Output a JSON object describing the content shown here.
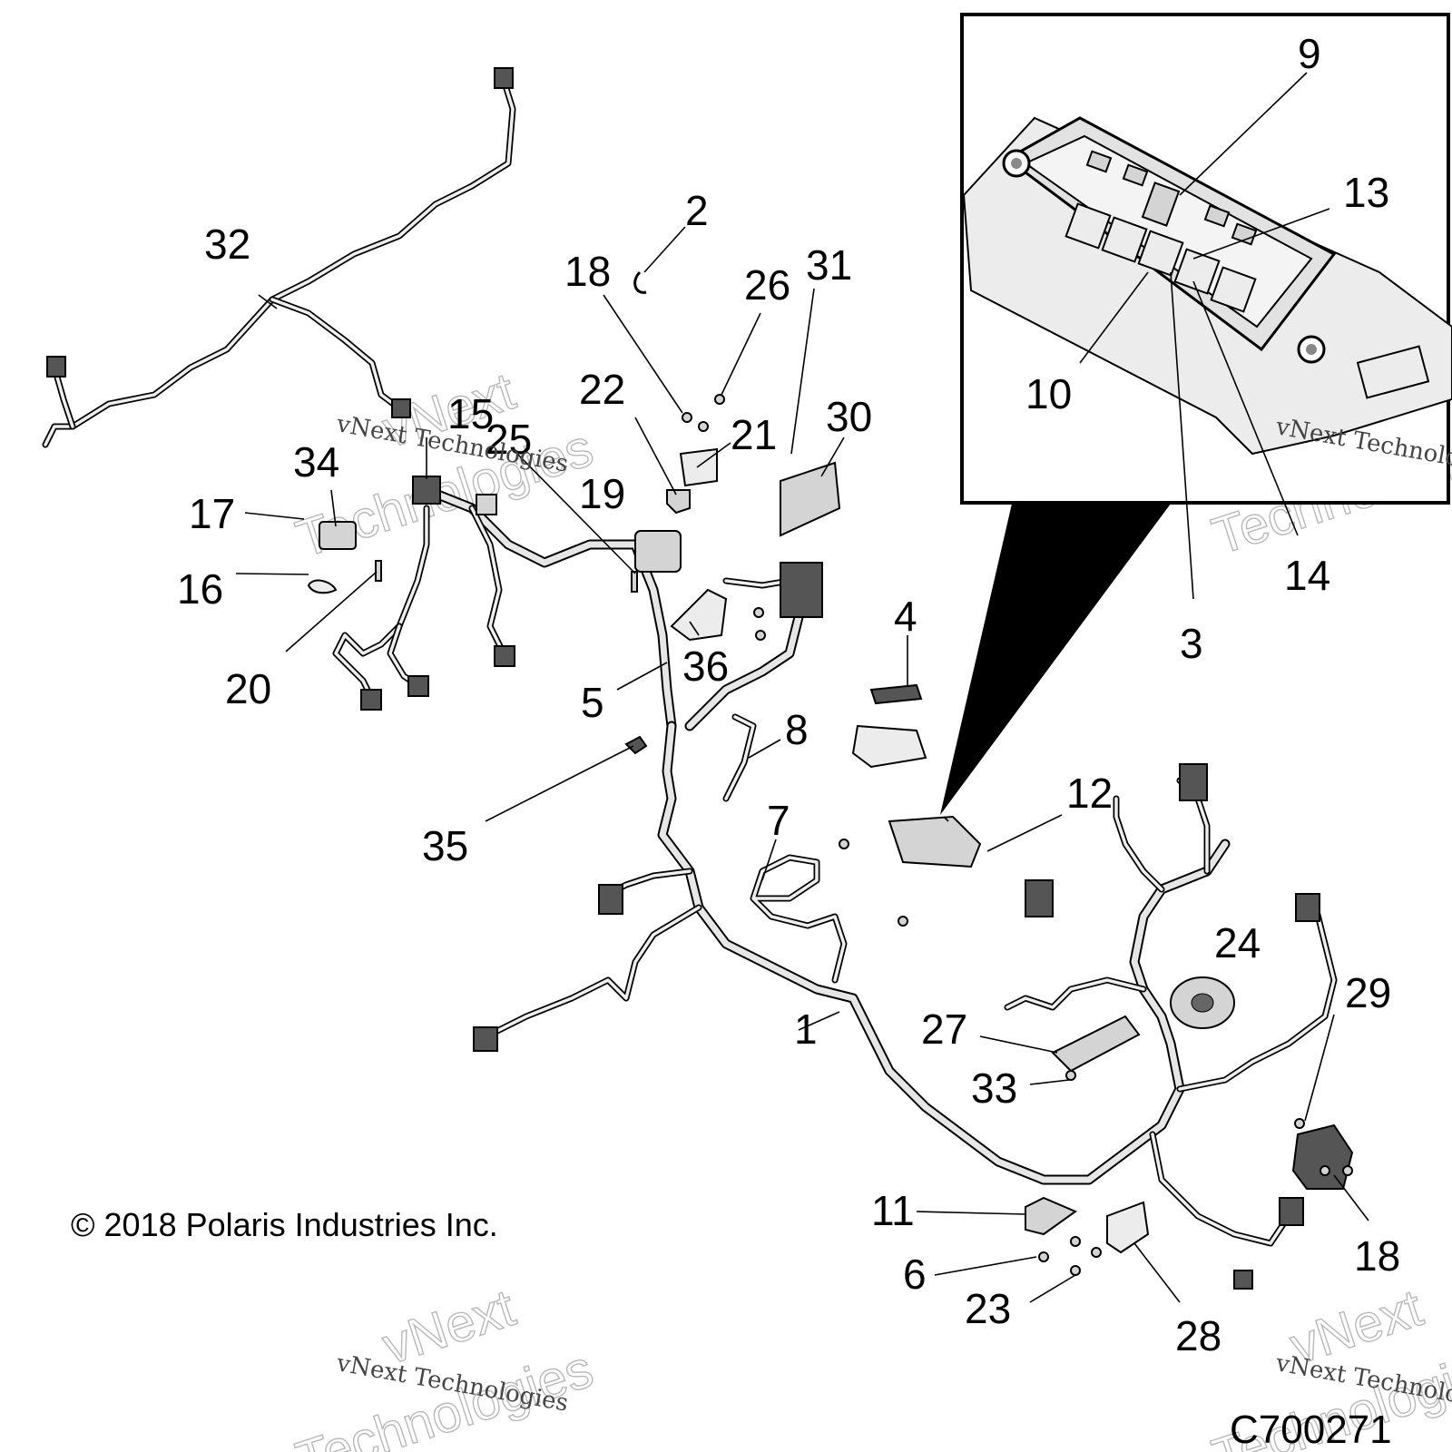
{
  "diagram": {
    "copyright": "© 2018 Polaris Industries Inc.",
    "drawing_id": "C700271",
    "watermark": {
      "brand": "vNext",
      "line1": "vNext Technologies",
      "line2": "Technologies"
    },
    "callouts": [
      {
        "id": "c1",
        "label": "1"
      },
      {
        "id": "c2",
        "label": "2"
      },
      {
        "id": "c3",
        "label": "3"
      },
      {
        "id": "c4",
        "label": "4"
      },
      {
        "id": "c5",
        "label": "5"
      },
      {
        "id": "c6",
        "label": "6"
      },
      {
        "id": "c7",
        "label": "7"
      },
      {
        "id": "c8",
        "label": "8"
      },
      {
        "id": "c9",
        "label": "9"
      },
      {
        "id": "c10",
        "label": "10"
      },
      {
        "id": "c11",
        "label": "11"
      },
      {
        "id": "c12",
        "label": "12"
      },
      {
        "id": "c13",
        "label": "13"
      },
      {
        "id": "c14",
        "label": "14"
      },
      {
        "id": "c15",
        "label": "15"
      },
      {
        "id": "c16",
        "label": "16"
      },
      {
        "id": "c17",
        "label": "17"
      },
      {
        "id": "c18a",
        "label": "18"
      },
      {
        "id": "c18b",
        "label": "18"
      },
      {
        "id": "c19",
        "label": "19"
      },
      {
        "id": "c20",
        "label": "20"
      },
      {
        "id": "c21",
        "label": "21"
      },
      {
        "id": "c22",
        "label": "22"
      },
      {
        "id": "c23",
        "label": "23"
      },
      {
        "id": "c24",
        "label": "24"
      },
      {
        "id": "c25",
        "label": "25"
      },
      {
        "id": "c26",
        "label": "26"
      },
      {
        "id": "c27",
        "label": "27"
      },
      {
        "id": "c28",
        "label": "28"
      },
      {
        "id": "c29",
        "label": "29"
      },
      {
        "id": "c30",
        "label": "30"
      },
      {
        "id": "c31",
        "label": "31"
      },
      {
        "id": "c32",
        "label": "32"
      },
      {
        "id": "c33",
        "label": "33"
      },
      {
        "id": "c34",
        "label": "34"
      },
      {
        "id": "c35",
        "label": "35"
      },
      {
        "id": "c36",
        "label": "36"
      }
    ]
  }
}
